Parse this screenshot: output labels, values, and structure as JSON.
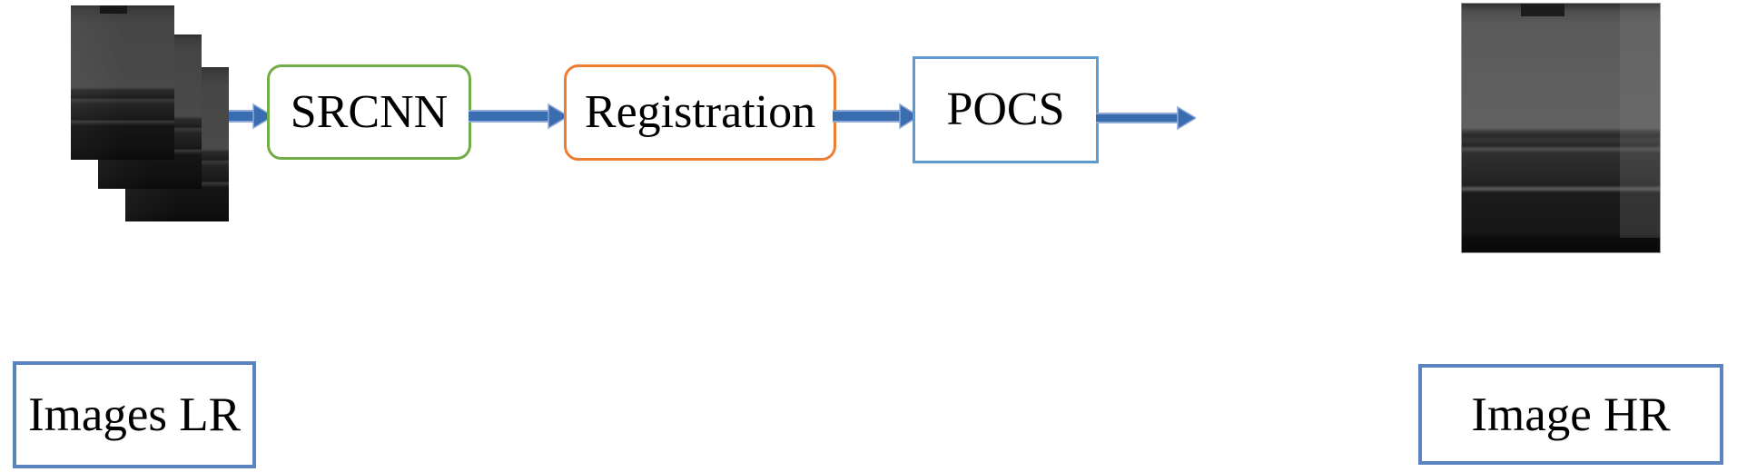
{
  "diagram": {
    "title": "SRCNN super-resolution pipeline",
    "background_color": "#ffffff",
    "nodes": [
      {
        "id": "images-lr",
        "type": "image-stack",
        "label": "",
        "count": 3,
        "description": "Three stacked low-resolution grayscale photographs"
      },
      {
        "id": "srcnn",
        "type": "process",
        "label": "SRCNN",
        "border_color": "#70ad47",
        "shape": "rounded-rectangle"
      },
      {
        "id": "registration",
        "type": "process",
        "label": "Registration",
        "border_color": "#ed7d31",
        "shape": "rounded-rectangle"
      },
      {
        "id": "pocs",
        "type": "process",
        "label": "POCS",
        "border_color": "#5b9bd5",
        "shape": "rectangle"
      },
      {
        "id": "image-hr",
        "type": "image",
        "label": "",
        "description": "Single high-resolution grayscale photograph"
      }
    ],
    "arrows": [
      {
        "id": "arrow-1",
        "from": "images-lr",
        "to": "srcnn",
        "color": "#3a6cb0"
      },
      {
        "id": "arrow-2",
        "from": "srcnn",
        "to": "registration",
        "color": "#3a6cb0"
      },
      {
        "id": "arrow-3",
        "from": "registration",
        "to": "pocs",
        "color": "#3a6cb0"
      },
      {
        "id": "arrow-4",
        "from": "pocs",
        "to": "image-hr",
        "color": "#3a6cb0"
      }
    ],
    "legends": [
      {
        "id": "legend-lr",
        "label": "Images LR",
        "border_color": "#5b83c0",
        "describes": "images-lr"
      },
      {
        "id": "legend-hr",
        "label": "Image HR",
        "border_color": "#5b83c0",
        "describes": "image-hr"
      }
    ]
  }
}
